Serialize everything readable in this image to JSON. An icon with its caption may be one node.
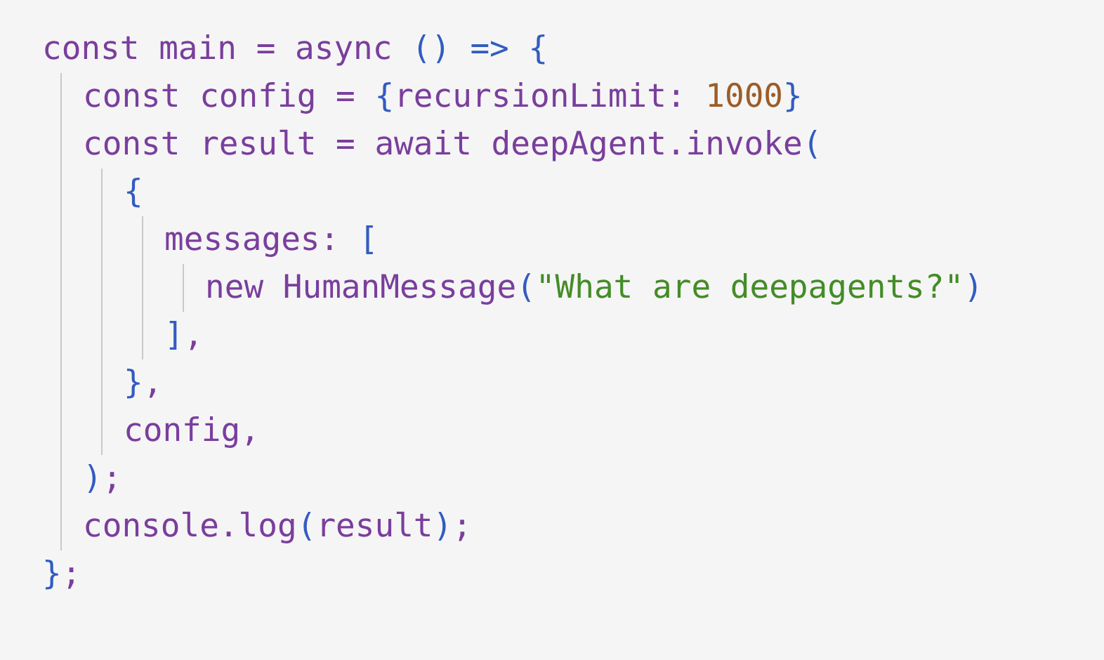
{
  "diagram": {
    "labels": [
      "const main = async () => {",
      "const config = {recursionLimit: 1000}",
      "const result = await deepAgent.invoke(",
      "{",
      "messages: [",
      "new HumanMessage(\"What are deepagents?\")",
      "],",
      "},",
      "config,",
      ");",
      "console.log(result);",
      "};"
    ]
  }
}
